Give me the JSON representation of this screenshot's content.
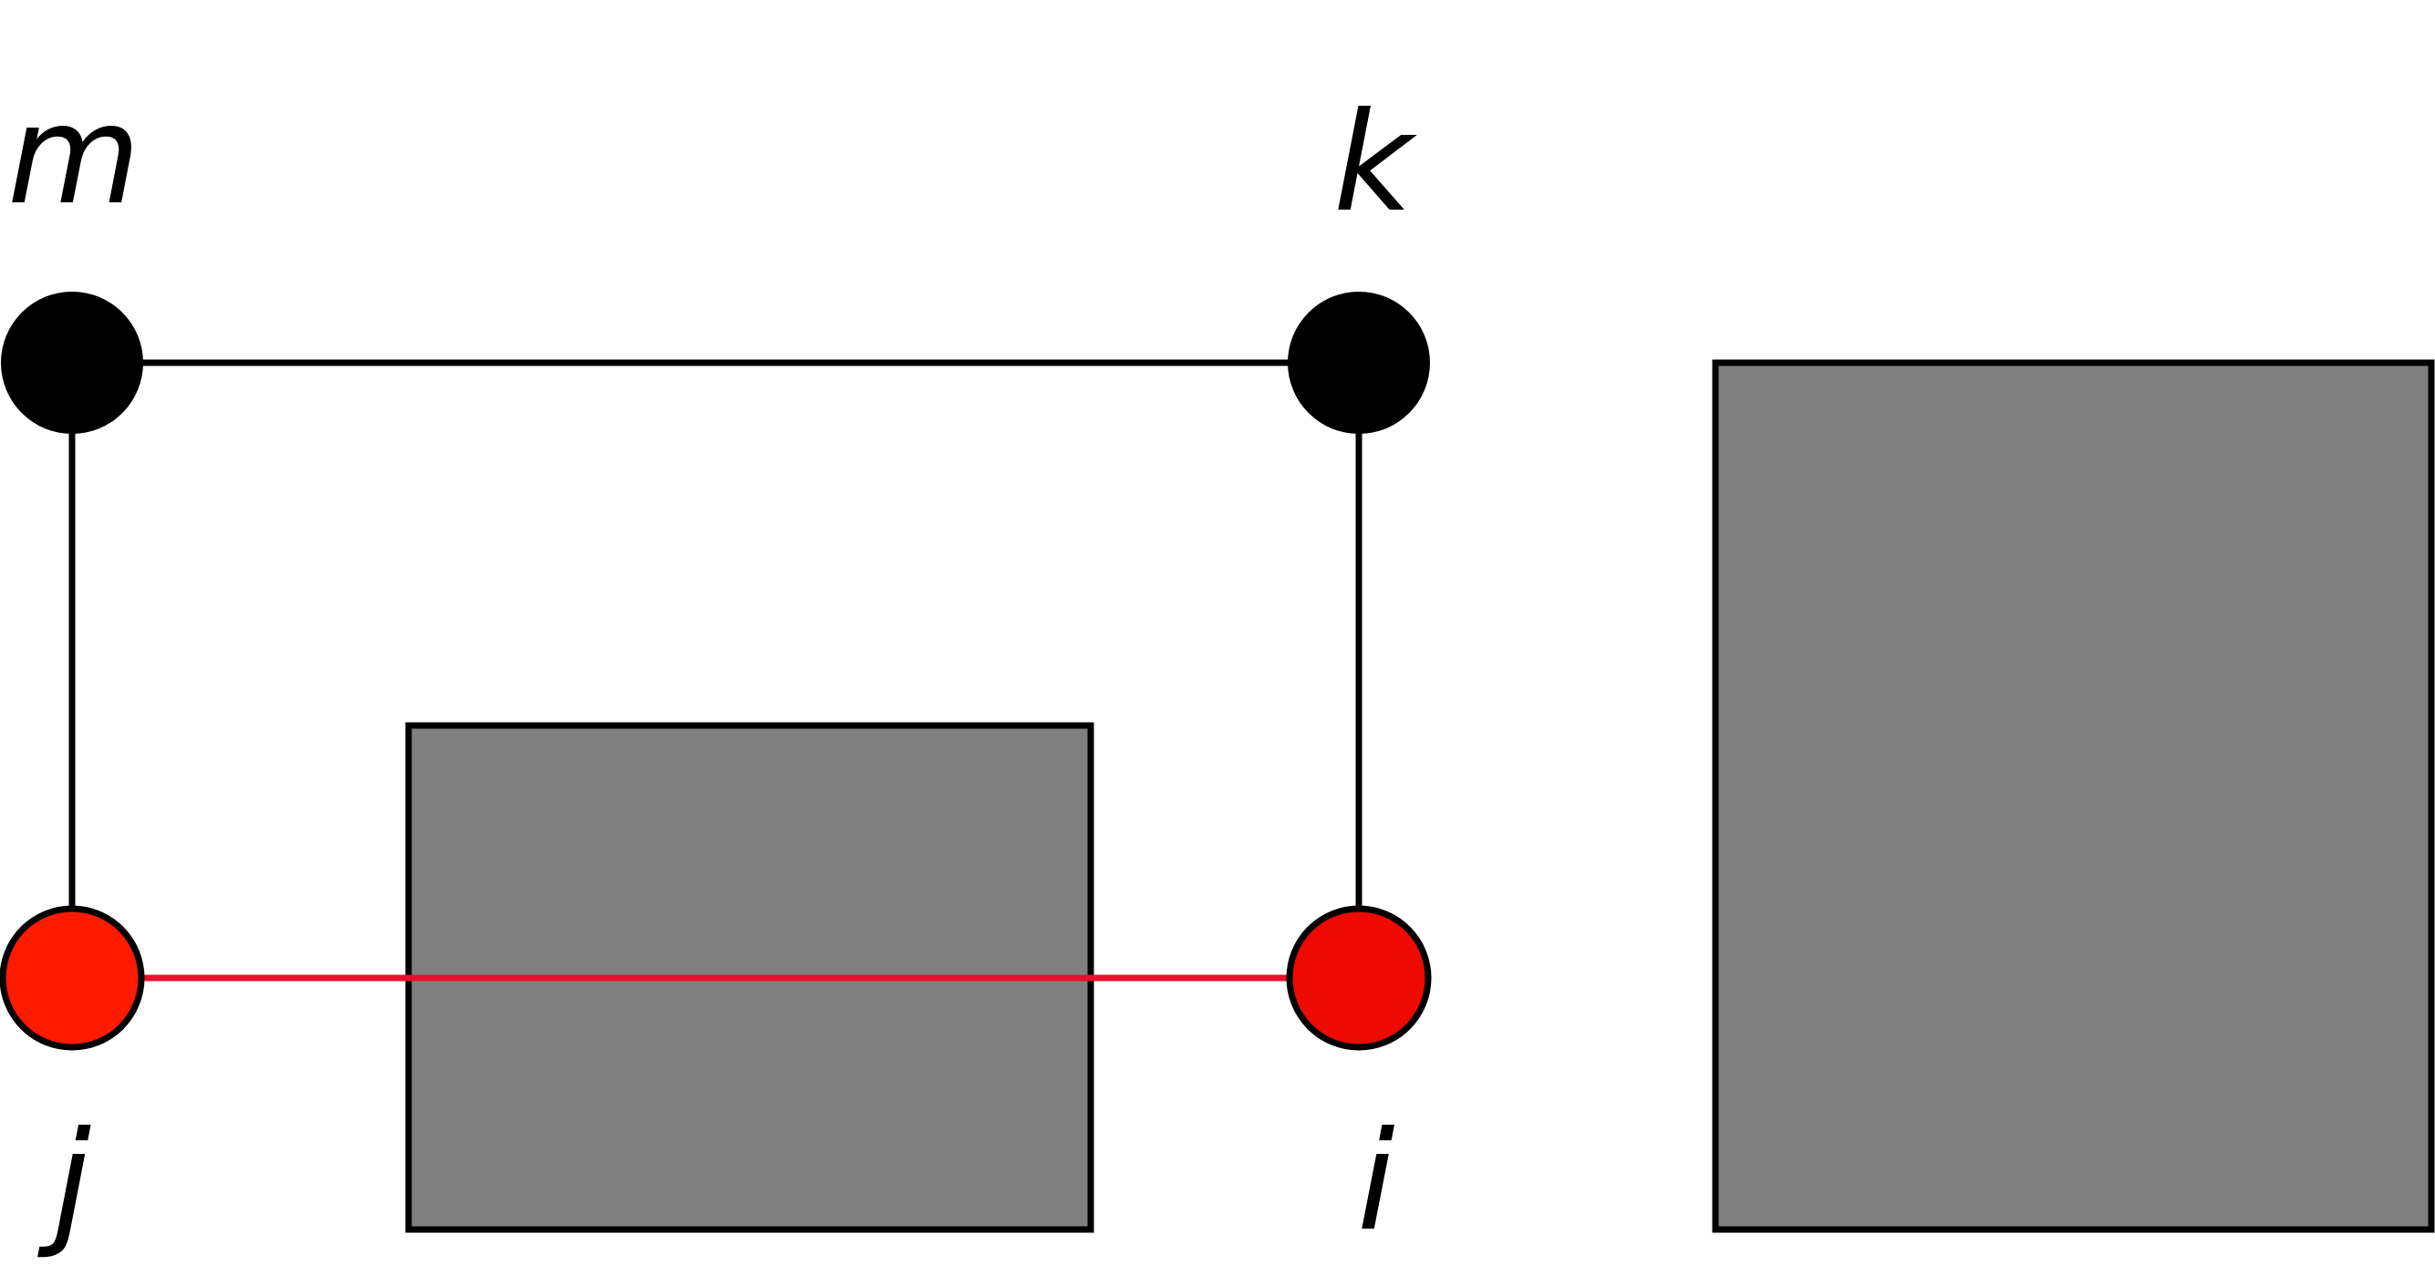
{
  "diagram": {
    "nodes": {
      "m": {
        "label": "m",
        "color": "#000000"
      },
      "k": {
        "label": "k",
        "color": "#000000"
      },
      "j": {
        "label": "j",
        "color": "#ff1a00"
      },
      "i": {
        "label": "i",
        "color": "#ee0a00"
      }
    },
    "edges": [
      {
        "from": "m",
        "to": "k",
        "color": "#000000"
      },
      {
        "from": "m",
        "to": "j",
        "color": "#000000"
      },
      {
        "from": "k",
        "to": "i",
        "color": "#000000"
      },
      {
        "from": "j",
        "to": "i",
        "color": "#e8102b"
      }
    ],
    "obstacles": [
      {
        "name": "small-obstacle",
        "fill": "#808080"
      },
      {
        "name": "large-obstacle",
        "fill": "#808080"
      }
    ]
  }
}
